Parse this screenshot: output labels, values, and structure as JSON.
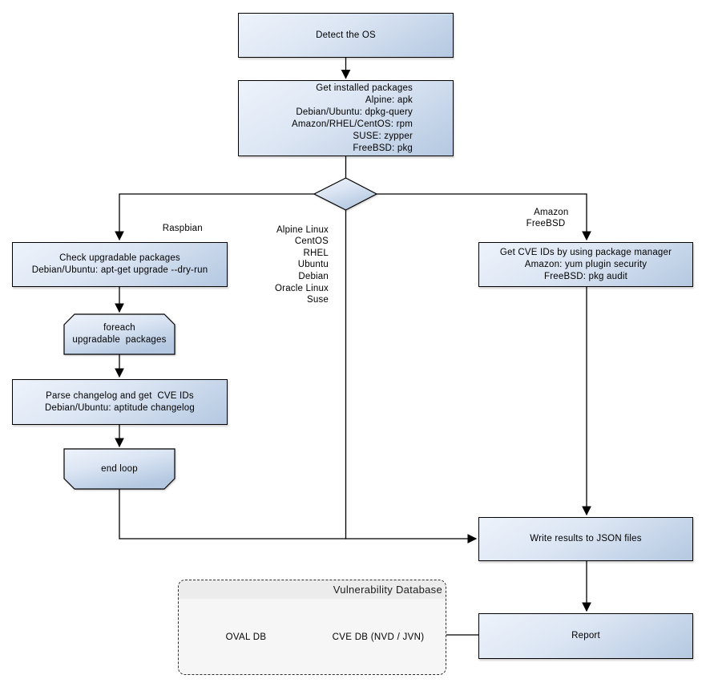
{
  "diagram": {
    "type": "flowchart",
    "nodes": {
      "detect_os": {
        "label": "Detect the OS"
      },
      "get_installed_packages": {
        "lines": [
          "Get installed packages",
          "Alpine: apk",
          "Debian/Ubuntu: dpkg-query",
          "Amazon/RHEL/CentOS: rpm",
          "SUSE: zypper",
          "FreeBSD: pkg"
        ]
      },
      "check_upgradable": {
        "lines": [
          "Check upgradable packages",
          "Debian/Ubuntu: apt-get upgrade --dry-run"
        ]
      },
      "foreach_loop": {
        "lines": [
          "foreach",
          "upgradable  packages"
        ]
      },
      "parse_changelog": {
        "lines": [
          "Parse changelog and get  CVE IDs",
          "Debian/Ubuntu: aptitude changelog"
        ]
      },
      "end_loop": {
        "label": "end loop"
      },
      "get_cve_ids": {
        "lines": [
          "Get CVE IDs by using package manager",
          "Amazon: yum plugin security",
          "FreeBSD: pkg audit"
        ]
      },
      "write_results": {
        "label": "Write results to JSON files"
      },
      "report": {
        "label": "Report"
      }
    },
    "branch_labels": {
      "raspbian": "Raspbian",
      "os_list": [
        "Alpine Linux",
        "CentOS",
        "RHEL",
        "Ubuntu",
        "Debian",
        "Oracle Linux",
        "Suse"
      ],
      "amazon_freebsd": [
        "Amazon",
        "FreeBSD"
      ]
    },
    "vulnerability_database": {
      "title": "Vulnerability Database",
      "databases": [
        {
          "label": "OVAL DB"
        },
        {
          "label": "CVE DB (NVD / JVN)"
        }
      ]
    },
    "colors": {
      "node_fill_light": "#eef3fb",
      "node_fill_dark": "#b4c8e1",
      "node_border": "#000000",
      "connector": "#000000",
      "group_fill": "#f6f6f6",
      "group_header_fill": "#ececec",
      "group_border": "#2f2f2f",
      "text": "#000000",
      "background": "#ffffff"
    }
  }
}
